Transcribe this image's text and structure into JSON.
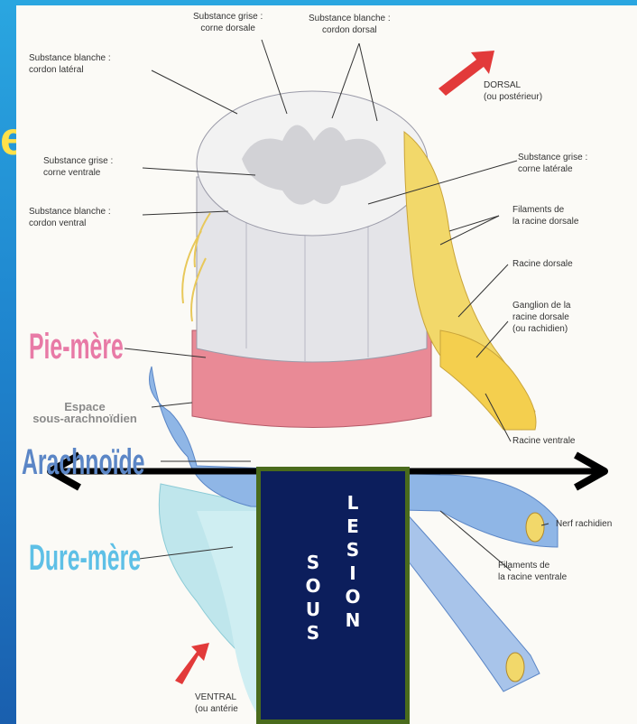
{
  "labels": {
    "substance_grise_corne_dorsale": [
      "Substance grise :",
      "corne dorsale"
    ],
    "substance_blanche_cordon_dorsal": [
      "Substance blanche :",
      "cordon dorsal"
    ],
    "substance_blanche_cordon_lateral": [
      "Substance blanche :",
      "cordon latéral"
    ],
    "dorsal": [
      "DORSAL",
      "(ou postérieur)"
    ],
    "substance_grise_corne_ventrale": [
      "Substance grise :",
      "corne ventrale"
    ],
    "substance_grise_corne_laterale": [
      "Substance grise :",
      "corne latérale"
    ],
    "substance_blanche_cordon_ventral": [
      "Substance blanche :",
      "cordon ventral"
    ],
    "filaments_racine_dorsale": [
      "Filaments de",
      "la racine dorsale"
    ],
    "racine_dorsale": [
      "Racine dorsale"
    ],
    "ganglion": [
      "Ganglion de la",
      "racine dorsale",
      "(ou rachidien)"
    ],
    "espace": [
      "Espace",
      "sous-arachnoïdien"
    ],
    "racine_ventrale": [
      "Racine ventrale"
    ],
    "nerf_rachidien": [
      "Nerf rachidien"
    ],
    "filaments_racine_ventrale": [
      "Filaments de",
      "la racine ventrale"
    ],
    "ventral": [
      "VENTRAL",
      "(ou antérie"
    ]
  },
  "meninges": {
    "pie_mere": "Pie-mère",
    "arachnoide": "Arachnoïde",
    "dure_mere": "Dure-mère"
  },
  "partial_title_letter": "e",
  "lesion_box": {
    "column_left": [
      "S",
      "O",
      "U",
      "S"
    ],
    "column_right": [
      "L",
      "E",
      "S",
      "I",
      "O",
      "N"
    ]
  },
  "colors": {
    "slide_background": "#1f86cf",
    "pie_mere": "#e87aa6",
    "arachnoide": "#5b86c6",
    "dure_mere": "#5ec0e6",
    "lesion_box_fill": "#0c1e5c",
    "lesion_box_border": "#4a6b1c",
    "arrow_red": "#e23a3a",
    "nerve_yellow": "#f2d86a"
  }
}
